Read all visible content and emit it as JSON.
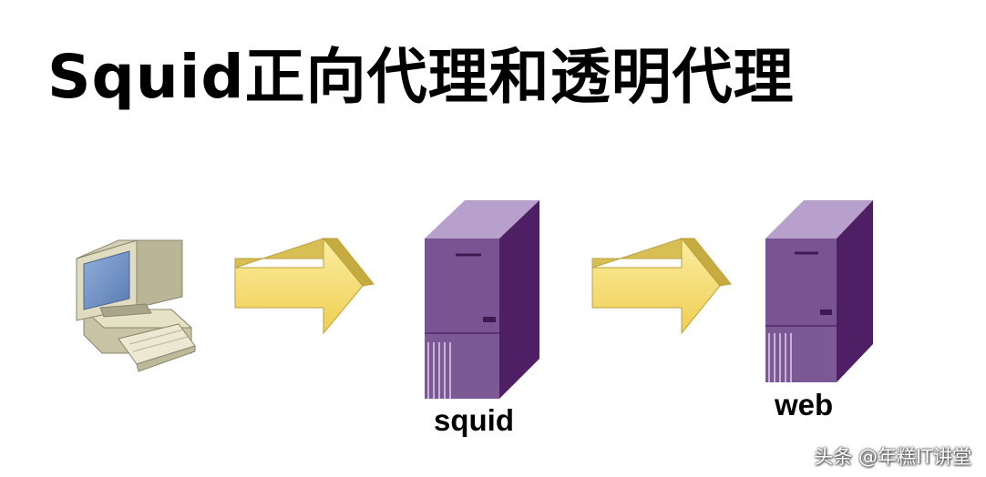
{
  "title": "Squid正向代理和透明代理",
  "nodes": [
    {
      "id": "client",
      "label": "",
      "icon": "desktop-computer-icon"
    },
    {
      "id": "squid",
      "label": "squid",
      "icon": "server-tower-icon"
    },
    {
      "id": "web",
      "label": "web",
      "icon": "server-tower-icon"
    }
  ],
  "edges": [
    {
      "from": "client",
      "to": "squid",
      "icon": "arrow-right-icon"
    },
    {
      "from": "squid",
      "to": "web",
      "icon": "arrow-right-icon"
    }
  ],
  "watermark": "头条 @年糕IT讲堂",
  "colors": {
    "server_front": "#7a5392",
    "server_side": "#4f1f66",
    "server_top": "#b8a0cc",
    "arrow_fill": "#f5d96a",
    "arrow_top": "#c9b24a",
    "computer_body": "#d8d4b8",
    "screen": "#6f8fc0"
  }
}
